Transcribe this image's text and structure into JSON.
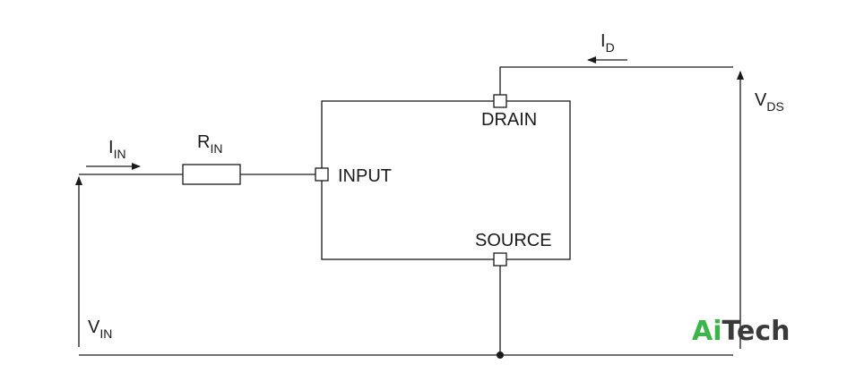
{
  "labels": {
    "input_current": {
      "main": "I",
      "sub": "IN"
    },
    "input_resistor": {
      "main": "R",
      "sub": "IN"
    },
    "input_voltage": {
      "main": "V",
      "sub": "IN"
    },
    "drain_current": {
      "main": "I",
      "sub": "D"
    },
    "drain_source_voltage": {
      "main": "V",
      "sub": "DS"
    }
  },
  "pins": {
    "input": "INPUT",
    "drain": "DRAIN",
    "source": "SOURCE"
  },
  "logo": {
    "part1": "Ai",
    "part2": "Tech",
    "color1": "#3bb54a",
    "color2": "#3a3a3a"
  }
}
